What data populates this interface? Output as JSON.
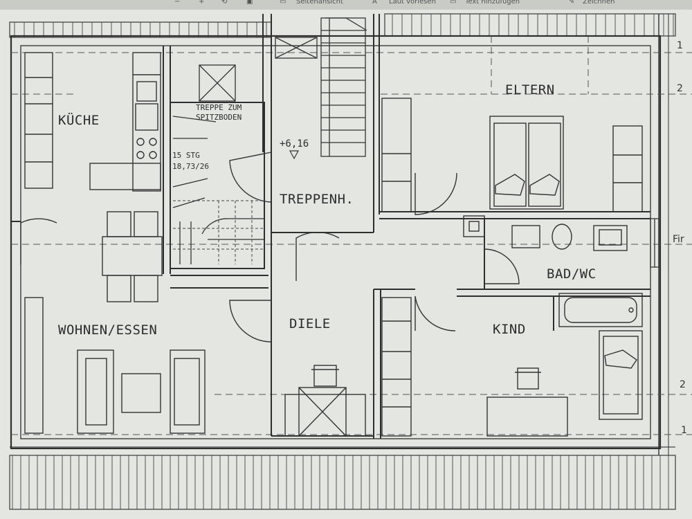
{
  "toolbar": {
    "minus_glyph": "−",
    "plus_glyph": "+",
    "item1": "Seitenansicht",
    "item2": "Laut vorlesen",
    "item3": "Text hinzufügen",
    "item4": "Zeichnen"
  },
  "plan": {
    "rooms": {
      "kueche": "KÜCHE",
      "wohnen": "WOHNEN/ESSEN",
      "eltern": "ELTERN",
      "treppenhaus": "TREPPENH.",
      "diele": "DIELE",
      "bad": "BAD/WC",
      "kind": "KIND"
    },
    "stair_note_line1": "TREPPE ZUM",
    "stair_note_line2": "SPITZBODEN",
    "steps_line1": "15 STG",
    "steps_line2": "18,73/26",
    "level_mark": "+6,16",
    "axis_right": {
      "top1": "1",
      "top2": "2",
      "mid": "Fir",
      "low2": "2",
      "low1": "1"
    }
  }
}
